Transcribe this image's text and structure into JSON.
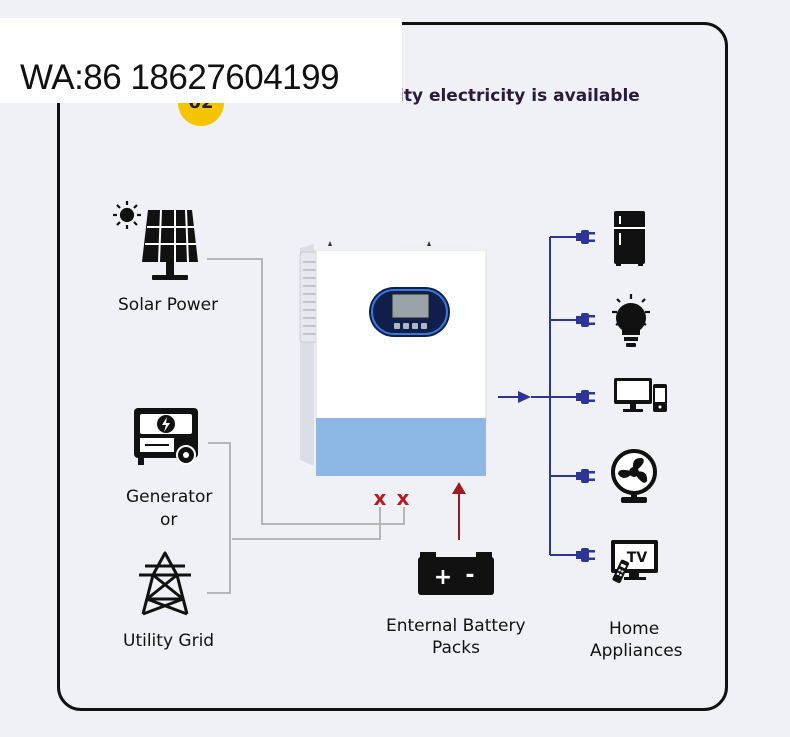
{
  "watermark": {
    "text": "WA:86 18627604199"
  },
  "header": {
    "step_number": "02",
    "title": "ity electricity is available"
  },
  "sources": {
    "solar": "Solar Power",
    "generator": "Generator",
    "or": "or",
    "grid": "Utility Grid"
  },
  "battery": {
    "line1": "Enternal Battery",
    "line2": "Packs",
    "plus": "+",
    "minus": "-"
  },
  "appliances": {
    "line1": "Home",
    "line2": "Appliances",
    "tv_text": "TV",
    "items": [
      "refrigerator-icon",
      "light-bulb-icon",
      "computer-icon",
      "fan-icon",
      "tv-icon"
    ]
  },
  "disconnect_marks": [
    "x",
    "x"
  ],
  "colors": {
    "accent_blue": "#2d3596",
    "arrow_red": "#9c1c24",
    "badge_yellow": "#f5c400",
    "inverter_blue": "#8db7e4",
    "wire_gray": "#b5b5b5"
  }
}
